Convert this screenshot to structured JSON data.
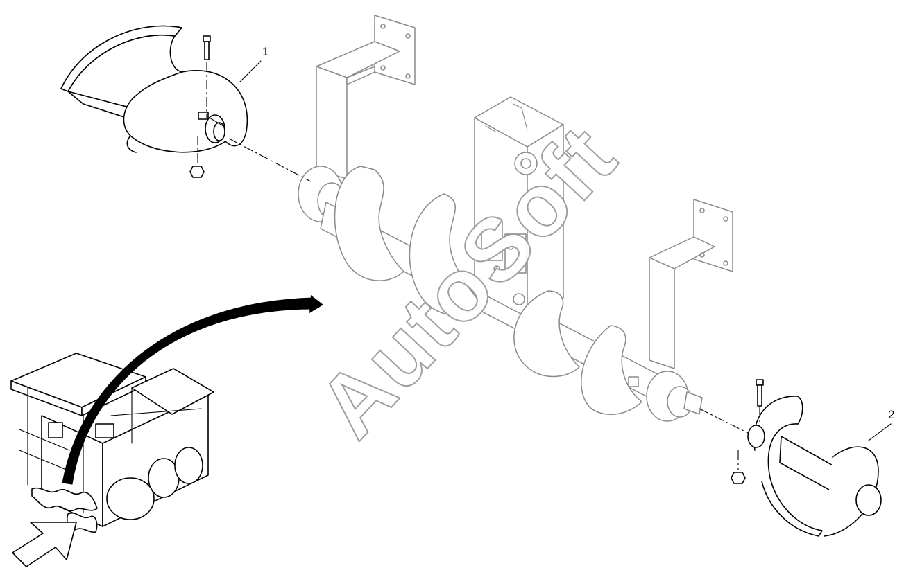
{
  "diagram": {
    "callouts": [
      {
        "id": "1",
        "label": "1"
      },
      {
        "id": "2",
        "label": "2"
      }
    ],
    "watermark": "AutoSoft",
    "colors": {
      "line": "#000000",
      "assembly_line": "#8a8a8a",
      "watermark_outline": "#9a9a9a",
      "background": "#ffffff"
    }
  }
}
